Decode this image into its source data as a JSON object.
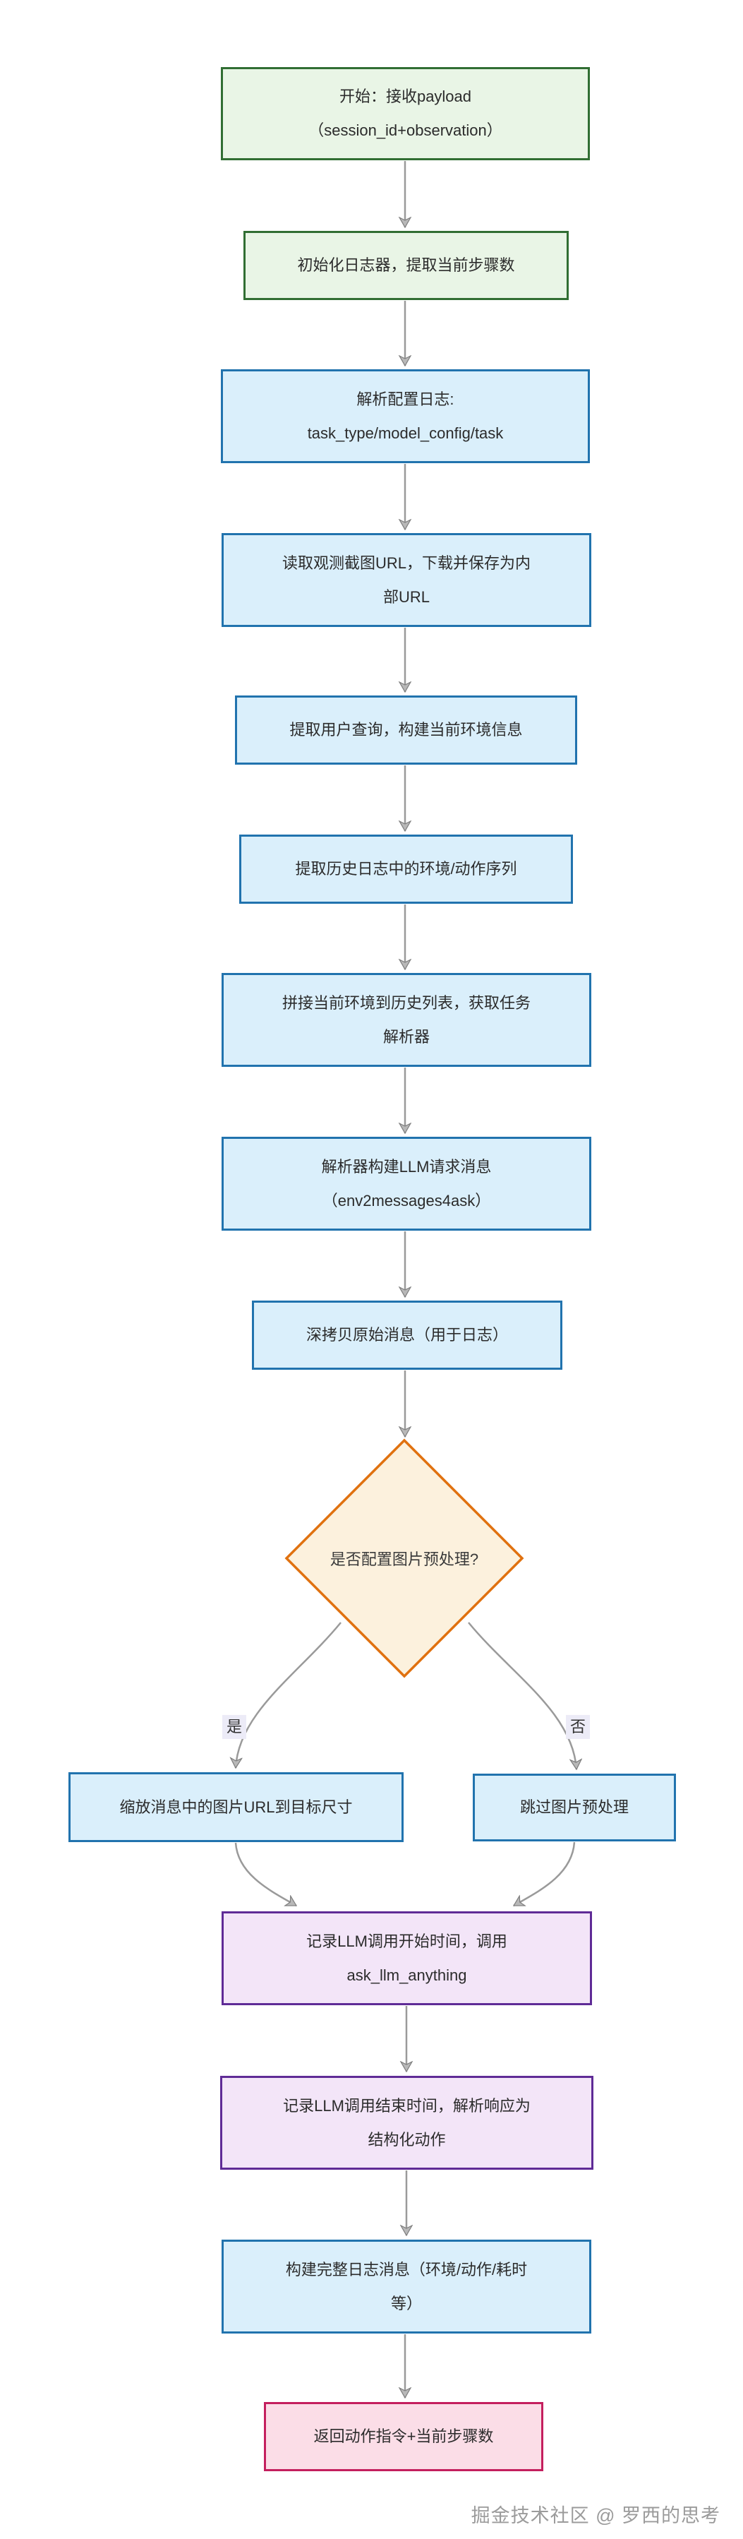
{
  "flow": {
    "nodes": [
      {
        "text": "开始：接收payload\n（session_id+observation）"
      },
      {
        "text": "初始化日志器，提取当前步骤数"
      },
      {
        "text": "解析配置日志:\ntask_type/model_config/task"
      },
      {
        "text": "读取观测截图URL，下载并保存为内\n部URL"
      },
      {
        "text": "提取用户查询，构建当前环境信息"
      },
      {
        "text": "提取历史日志中的环境/动作序列"
      },
      {
        "text": "拼接当前环境到历史列表，获取任务\n解析器"
      },
      {
        "text": "解析器构建LLM请求消息\n（env2messages4ask）"
      },
      {
        "text": "深拷贝原始消息（用于日志）"
      },
      {
        "text": "是否配置图片预处理?"
      },
      {
        "text": "缩放消息中的图片URL到目标尺寸"
      },
      {
        "text": "跳过图片预处理"
      },
      {
        "text": "记录LLM调用开始时间，调用\nask_llm_anything"
      },
      {
        "text": "记录LLM调用结束时间，解析响应为\n结构化动作"
      },
      {
        "text": "构建完整日志消息（环境/动作/耗时\n等）"
      },
      {
        "text": "返回动作指令+当前步骤数"
      }
    ],
    "labels": {
      "yes": "是",
      "no": "否"
    },
    "watermark": "掘金技术社区 @ 罗西的思考"
  },
  "colors": {
    "green_fill": "#e9f5e6",
    "green_border": "#316e33",
    "blue_fill": "#daeffb",
    "blue_border": "#2173ae",
    "orange_fill": "#fcf1dd",
    "orange_border": "#e0710f",
    "purple_fill": "#f3e5f8",
    "purple_border": "#5f2b96",
    "pink_fill": "#fbdde7",
    "pink_border": "#c41f5e",
    "label_bg": "#ecebf7",
    "edge": "#9a9a9a"
  }
}
